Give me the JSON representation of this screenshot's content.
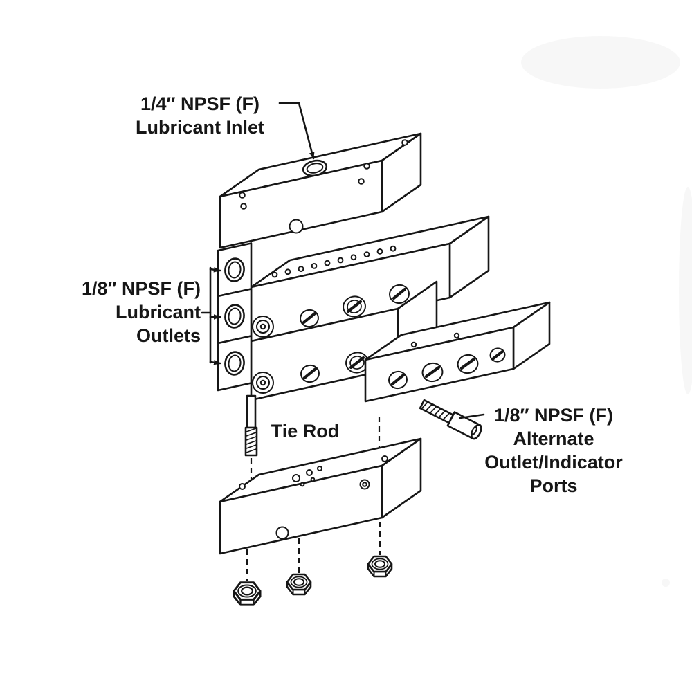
{
  "figure": {
    "background": "#ffffff",
    "ink": "#161616",
    "callouts": {
      "inlet": {
        "line1": "1/4″ NPSF (F)",
        "line2": "Lubricant Inlet"
      },
      "outlets": {
        "line1": "1/8″ NPSF (F)",
        "line2": "Lubricant",
        "line3": "Outlets"
      },
      "tie_rod": {
        "line1": "Tie Rod"
      },
      "alternate_ports": {
        "line1": "1/8″ NPSF (F)",
        "line2": "Alternate",
        "line3": "Outlet/Indicator",
        "line4": "Ports"
      }
    }
  }
}
